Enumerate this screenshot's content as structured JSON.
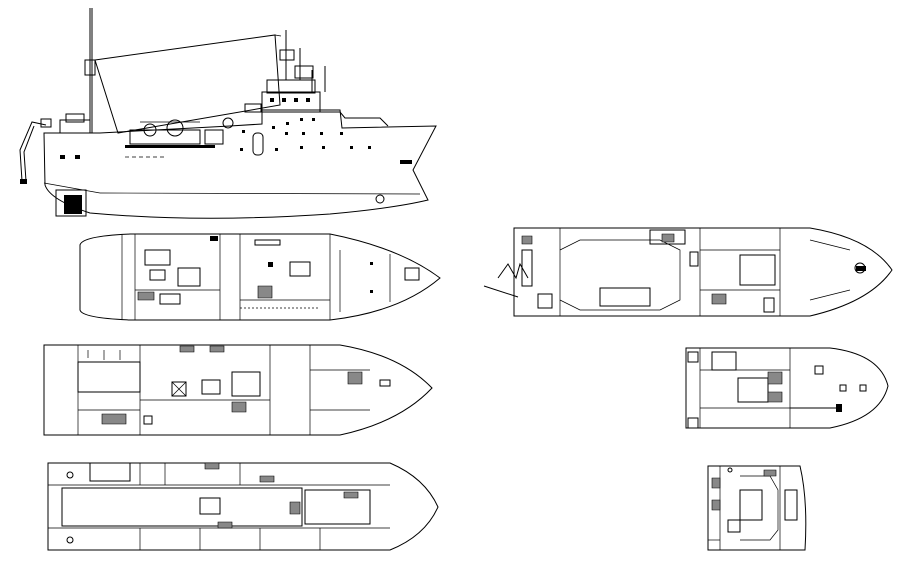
{
  "drawing": {
    "views": [
      "side-elevation",
      "deck-plan-upper",
      "deck-plan-main",
      "deck-plan-lower",
      "deck-plan-forecastle",
      "deck-plan-bridge",
      "deck-plan-top"
    ]
  }
}
